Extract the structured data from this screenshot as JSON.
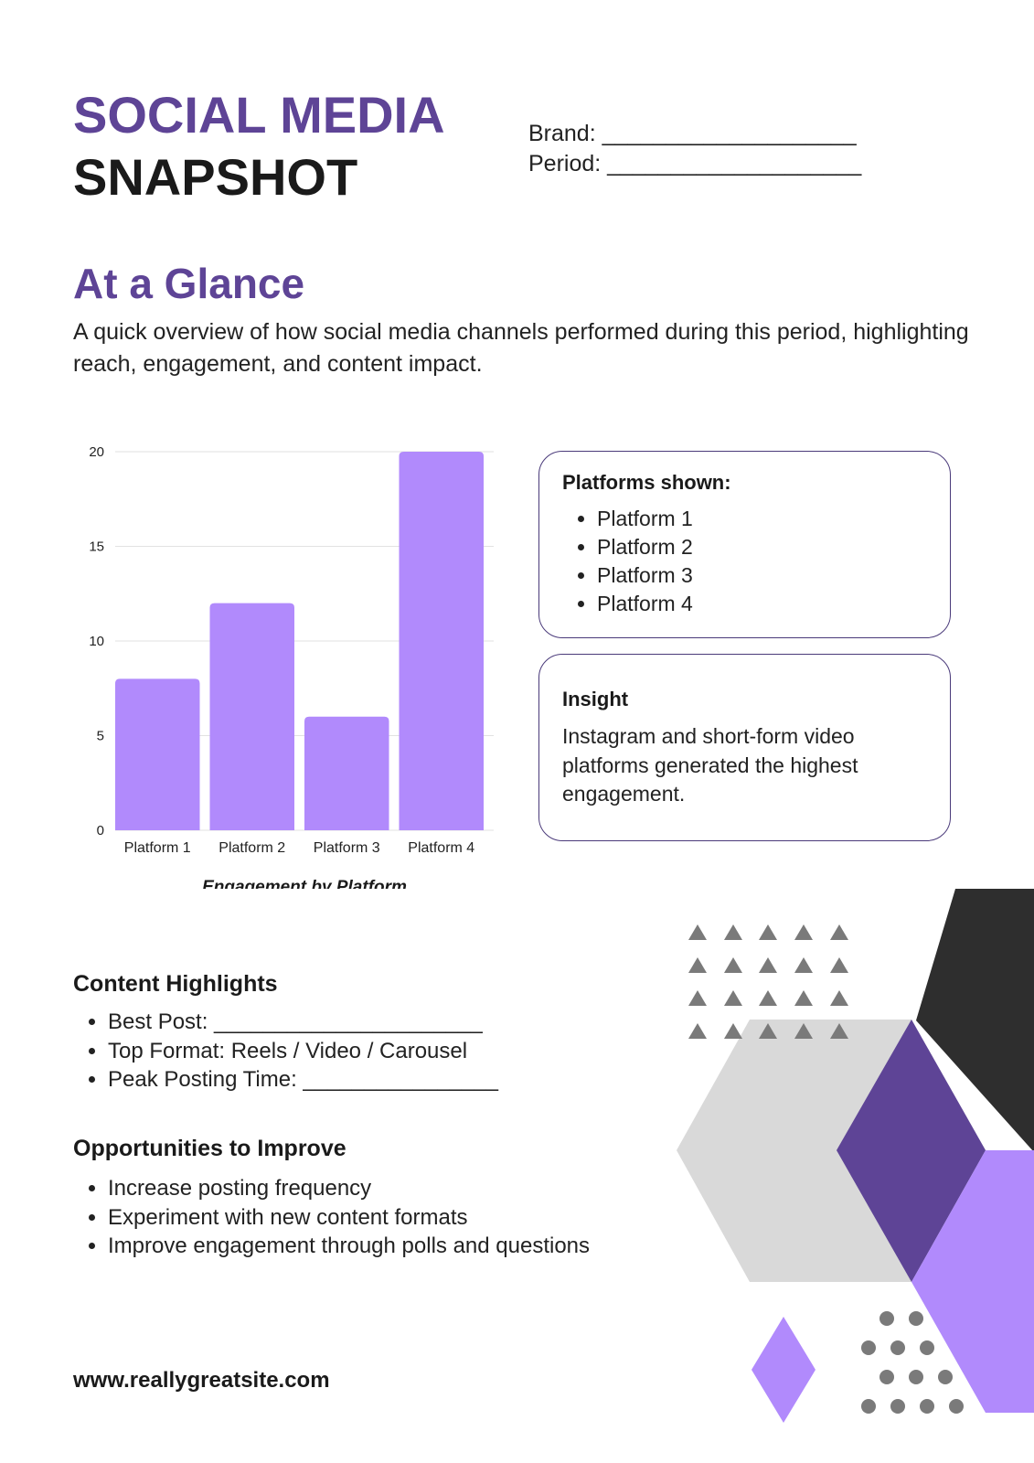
{
  "header": {
    "title_line1": "SOCIAL MEDIA",
    "title_line2": "SNAPSHOT",
    "brand": "Brand: ____________________",
    "period": "Period: ____________________"
  },
  "glance": {
    "heading": "At a Glance",
    "intro": "A quick overview of how social media channels performed during this period, highlighting reach, engagement, and content impact."
  },
  "platforms_card": {
    "title": "Platforms shown:",
    "items": [
      "Platform 1",
      "Platform 2",
      "Platform 3",
      "Platform 4"
    ]
  },
  "insight_card": {
    "title": "Insight",
    "text": "Instagram and short-form video platforms generated the highest engagement."
  },
  "content_highlights": {
    "title": "Content Highlights",
    "items": [
      "Best Post: ______________________",
      "Top Format: Reels / Video / Carousel",
      "Peak Posting Time: ________________"
    ]
  },
  "opportunities": {
    "title": "Opportunities to Improve",
    "items": [
      "Increase posting frequency",
      "Experiment with new content formats",
      "Improve engagement through polls and questions"
    ]
  },
  "footer": {
    "url": "www.reallygreatsite.com"
  },
  "colors": {
    "purple": "#5e4496",
    "bar": "#b18afc",
    "dark": "#2e2e2e",
    "light_gray": "#d9d9d9",
    "shape_gray": "#7a7a7a"
  },
  "chart_data": {
    "type": "bar",
    "title": "Engagement by Platform",
    "categories": [
      "Platform 1",
      "Platform 2",
      "Platform 3",
      "Platform 4"
    ],
    "values": [
      8,
      12,
      6,
      20
    ],
    "yticks": [
      0,
      5,
      10,
      15,
      20
    ],
    "ylim": [
      0,
      20
    ],
    "grid": true
  }
}
